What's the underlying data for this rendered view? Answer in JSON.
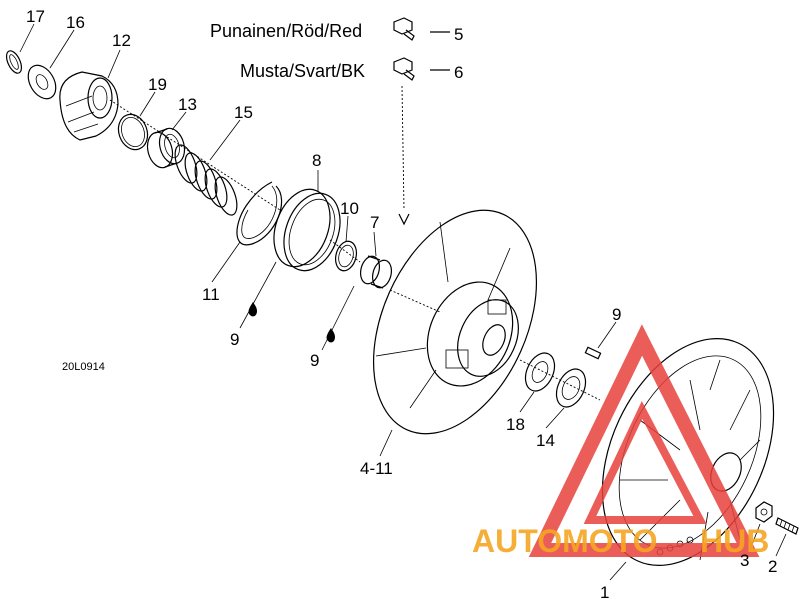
{
  "legend": {
    "red_text": "Punainen/Röd/Red",
    "red_number": "5",
    "black_text": "Musta/Svart/BK",
    "black_number": "6"
  },
  "diagram_code": "20L0914",
  "callouts": {
    "c17": "17",
    "c16": "16",
    "c12": "12",
    "c19": "19",
    "c13": "13",
    "c15": "15",
    "c8": "8",
    "c10": "10",
    "c7": "7",
    "c11": "11",
    "c9a": "9",
    "c9b": "9",
    "c9c": "9",
    "c4_11": "4-11",
    "c18": "18",
    "c14": "14",
    "c1": "1",
    "c3": "3",
    "c2": "2"
  },
  "watermark": {
    "text_left": "AUTOMOTO",
    "text_right": "HUB",
    "color_orange": "#f5a623",
    "color_red": "#e8413c"
  }
}
